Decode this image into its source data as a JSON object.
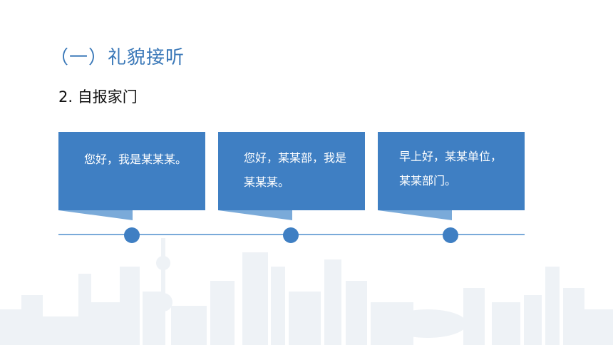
{
  "slide": {
    "title": "（一）礼貌接听",
    "subtitle": "2. 自报家门",
    "cards": [
      {
        "text": "您好，我是某某某。"
      },
      {
        "text": "您好，某某部，我是某某某。"
      },
      {
        "text": "早上好，某某单位，某某部门。"
      }
    ]
  },
  "colors": {
    "accent": "#3f7fc3",
    "title": "#3a78b8",
    "timeline": "#7aaad9",
    "skyline": "#eef2f6"
  },
  "icons": [
    "city-skyline-background"
  ]
}
